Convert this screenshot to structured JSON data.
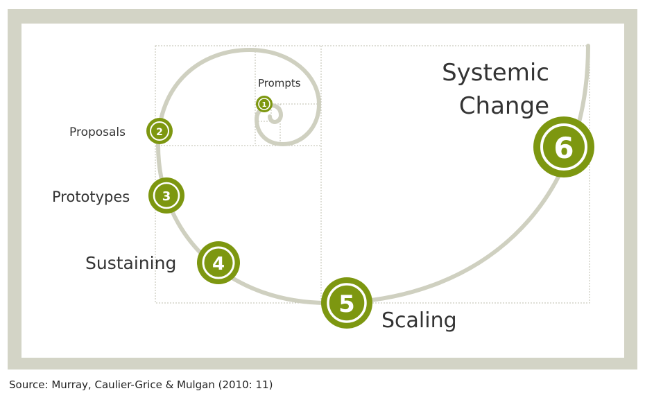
{
  "stages": [
    {
      "number": "1",
      "label": "Prompts"
    },
    {
      "number": "2",
      "label": "Proposals"
    },
    {
      "number": "3",
      "label": "Prototypes"
    },
    {
      "number": "4",
      "label": "Sustaining"
    },
    {
      "number": "5",
      "label": "Scaling"
    },
    {
      "number": "6",
      "label_line1": "Systemic",
      "label_line2": "Change"
    }
  ],
  "source": "Source: Murray, Caulier-Grice & Mulgan (2010: 11)",
  "colors": {
    "frame": "#d3d4c6",
    "spiral": "#cfd0c0",
    "badge": "#7d9710",
    "badge_text": "#ffffff",
    "label_text": "#333333",
    "grid": "#bdbdae"
  }
}
